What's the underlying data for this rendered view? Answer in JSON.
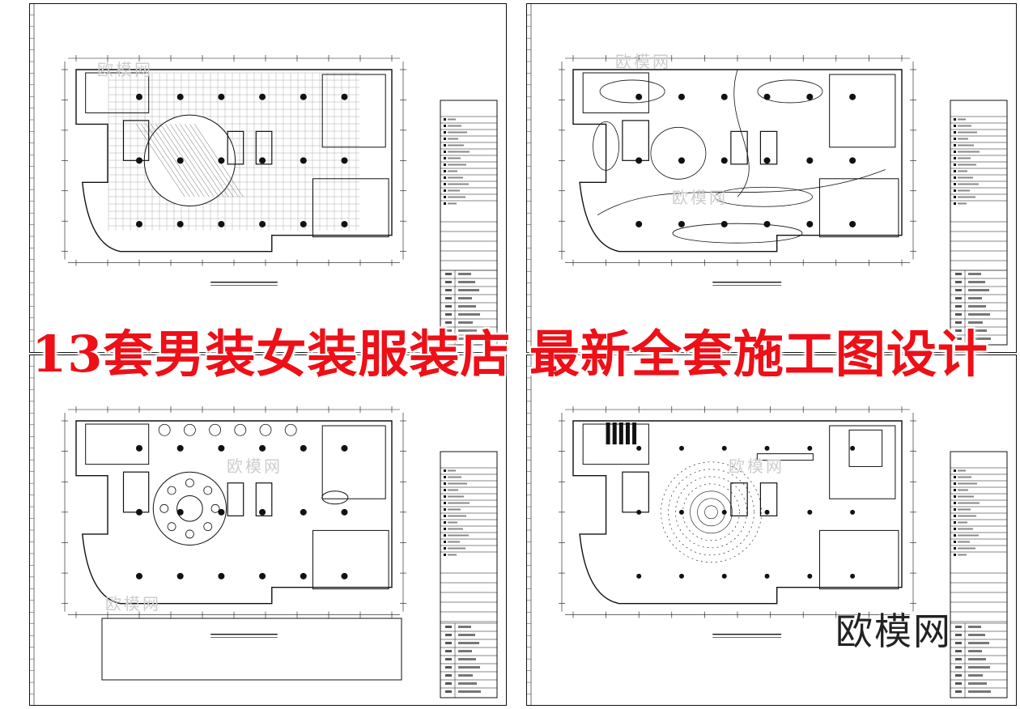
{
  "banner": {
    "text": "13套男装女装服装店 最新全套施工图设计"
  },
  "watermark": {
    "logo_text": "欧模网",
    "small_text": "欧模网"
  },
  "colors": {
    "banner_red": "#ee0f17",
    "drawing_line": "#111111",
    "background": "#ffffff"
  },
  "sheets": [
    {
      "id": "floor-paving-plan",
      "kind": "paving"
    },
    {
      "id": "circulation-plan",
      "kind": "circulation"
    },
    {
      "id": "furniture-plan",
      "kind": "furniture"
    },
    {
      "id": "ceiling-plan",
      "kind": "ceiling"
    }
  ]
}
